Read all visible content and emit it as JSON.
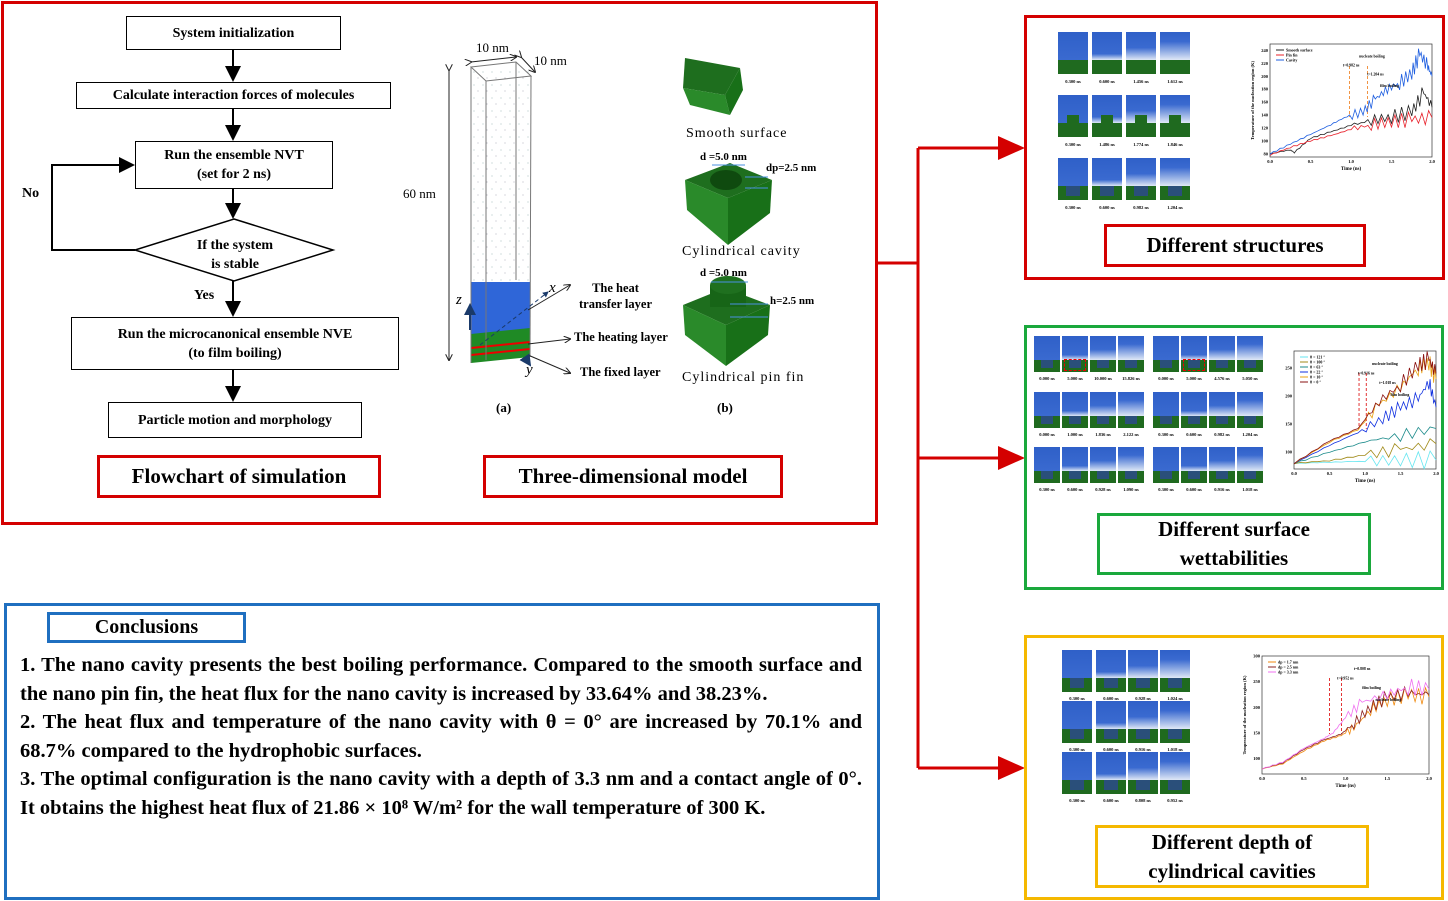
{
  "colors": {
    "red": "#d40000",
    "green": "#1aa83c",
    "yellow": "#f5b800",
    "blue": "#1f6fc0",
    "water": "#2a62d0",
    "solid": "#1d6b1d"
  },
  "flowchart": {
    "steps": [
      "System initialization",
      "Calculate interaction forces of molecules",
      "Run the ensemble NVT",
      "(set for 2 ns)",
      "If the system",
      "is stable",
      "Run the microcanonical ensemble NVE",
      "(to film boiling)",
      "Particle motion and morphology"
    ],
    "no_label": "No",
    "yes_label": "Yes",
    "caption": "Flowchart of simulation"
  },
  "model": {
    "caption": "Three-dimensional model",
    "width_label": "10 nm",
    "depth_label": "10 nm",
    "height_label": "60 nm",
    "axes": [
      "x",
      "y",
      "z"
    ],
    "layers": [
      "The heat",
      "transfer layer",
      "The heating layer",
      "The fixed layer"
    ],
    "sub_a": "(a)",
    "sub_b": "(b)",
    "surfaces": [
      "Smooth surface",
      "Cylindrical cavity",
      "Cylindrical pin fin"
    ],
    "cavity_dims": [
      "d =5.0 nm",
      "dp=2.5 nm"
    ],
    "fin_dims": [
      "d =5.0 nm",
      "h=2.5 nm"
    ]
  },
  "panels": [
    {
      "caption": "Different structures",
      "snapshot_groups": [
        [
          {
            "type": "smooth",
            "times": [
              "0.300 ns",
              "0.600 ns",
              "1.456 ns",
              "1.612 ns"
            ]
          },
          {
            "type": "pin",
            "times": [
              "0.300 ns",
              "1.486 ns",
              "1.774 ns",
              "1.846 ns"
            ]
          },
          {
            "type": "cavity",
            "times": [
              "0.300 ns",
              "0.600 ns",
              "0.982 ns",
              "1.204 ns"
            ]
          }
        ]
      ],
      "chart": {
        "type": "line",
        "xlabel": "Time (ns)",
        "ylabel": "Temperature of the nucleation region (K)",
        "xlim": [
          0,
          2
        ],
        "ylim": [
          75,
          250
        ],
        "xticks": [
          "0.0",
          "0.5",
          "1.0",
          "1.5",
          "2.0"
        ],
        "xtick_values": [
          0,
          0.5,
          1,
          1.5,
          2
        ],
        "ytick_values": [
          80,
          100,
          120,
          140,
          160,
          180,
          200,
          220,
          240
        ],
        "series": [
          {
            "name": "Smooth surface",
            "color": "#222222",
            "x": [
              0,
              0.25,
              0.3,
              0.5,
              0.75,
              1.0,
              1.25,
              1.5,
              1.75,
              1.9,
              2.0
            ],
            "y": [
              80,
              86,
              82,
              104,
              114,
              124,
              132,
              137,
              145,
              175,
              152
            ]
          },
          {
            "name": "Pin fin",
            "color": "#e8202a",
            "x": [
              0,
              0.25,
              0.5,
              0.75,
              1.0,
              1.25,
              1.5,
              1.75,
              2.0
            ],
            "y": [
              78,
              90,
              100,
              108,
              118,
              125,
              130,
              133,
              136
            ]
          },
          {
            "name": "Cavity",
            "color": "#1f5fe0",
            "x": [
              0,
              0.25,
              0.5,
              0.75,
              0.95,
              1.15,
              1.3,
              1.45,
              1.6,
              1.75,
              1.85,
              1.95,
              2.0
            ],
            "y": [
              80,
              95,
              110,
              125,
              138,
              145,
              165,
              180,
              190,
              205,
              235,
              215,
              200
            ]
          }
        ],
        "annotations": [
          "t=0.982 ns",
          "nucleate boiling",
          "t=1.204 ns",
          "film boiling"
        ],
        "vlines": [
          0.982,
          1.204
        ],
        "legend": "top-left"
      }
    },
    {
      "caption": "Different surface wettabilities",
      "snapshot_groups": [
        [
          {
            "type": "cavity",
            "times": [
              "0.000 ns",
              "5.000 ns",
              "10.000 ns",
              "15.826 ns"
            ],
            "mark": 1
          },
          {
            "type": "cavity",
            "times": [
              "0.000 ns",
              "1.000 ns",
              "1.836 ns",
              "2.122 ns"
            ]
          },
          {
            "type": "cavity",
            "times": [
              "0.300 ns",
              "0.600 ns",
              "0.928 ns",
              "1.090 ns"
            ]
          }
        ],
        [
          {
            "type": "cavity",
            "times": [
              "0.000 ns",
              "5.000 ns",
              "4.576 ns",
              "5.050 ns"
            ],
            "mark": 1
          },
          {
            "type": "cavity",
            "times": [
              "0.300 ns",
              "0.600 ns",
              "0.982 ns",
              "1.204 ns"
            ]
          },
          {
            "type": "cavity",
            "times": [
              "0.300 ns",
              "0.600 ns",
              "0.916 ns",
              "1.018 ns"
            ]
          }
        ]
      ],
      "chart": {
        "type": "line",
        "xlabel": "Time (ns)",
        "ylabel": "Temperature of the nucleation region (K)",
        "xlim": [
          0,
          2
        ],
        "ylim": [
          70,
          280
        ],
        "xticks": [
          "0.0",
          "0.5",
          "1.0",
          "1.5",
          "2.0"
        ],
        "xtick_values": [
          0,
          0.5,
          1,
          1.5,
          2
        ],
        "ytick_values": [
          100,
          150,
          200,
          250
        ],
        "series": [
          {
            "name": "θ = 121 °",
            "color": "#66e6f0",
            "x": [
              0,
              0.5,
              1,
              1.5,
              2
            ],
            "y": [
              80,
              82,
              84,
              86,
              86
            ]
          },
          {
            "name": "θ = 100 °",
            "color": "#a08a18",
            "x": [
              0,
              0.5,
              1,
              1.5,
              2
            ],
            "y": [
              80,
              85,
              95,
              105,
              115
            ]
          },
          {
            "name": "θ = 63 °",
            "color": "#1a8a8a",
            "x": [
              0,
              0.5,
              1,
              1.5,
              2
            ],
            "y": [
              80,
              100,
              118,
              130,
              142
            ]
          },
          {
            "name": "θ = 22 °",
            "color": "#1030e0",
            "x": [
              0,
              0.5,
              0.9,
              1.25,
              1.5,
              1.75,
              1.9,
              2.0
            ],
            "y": [
              80,
              112,
              135,
              160,
              180,
              195,
              225,
              180
            ]
          },
          {
            "name": "θ = 10 °",
            "color": "#e8a010",
            "x": [
              0,
              0.5,
              0.9,
              1.2,
              1.5,
              1.75,
              1.9,
              2.0
            ],
            "y": [
              80,
              118,
              140,
              185,
              215,
              250,
              260,
              230
            ]
          },
          {
            "name": "θ = 0 °",
            "color": "#8a1010",
            "x": [
              0,
              0.5,
              0.9,
              1.2,
              1.5,
              1.75,
              1.9,
              2.0
            ],
            "y": [
              80,
              120,
              142,
              190,
              220,
              255,
              265,
              240
            ]
          }
        ],
        "annotations": [
          "t=0.916 ns",
          "nucleate boiling",
          "t=1.018 ns",
          "film boiling"
        ],
        "vlines": [
          0.916,
          1.018
        ],
        "legend": "top-left"
      }
    },
    {
      "caption": "Different depth of cylindrical cavities",
      "snapshot_groups": [
        [
          {
            "type": "cavity",
            "times": [
              "0.300 ns",
              "0.600 ns",
              "0.928 ns",
              "1.024 ns"
            ]
          },
          {
            "type": "cavity",
            "times": [
              "0.300 ns",
              "0.600 ns",
              "0.916 ns",
              "1.018 ns"
            ]
          },
          {
            "type": "cavity",
            "times": [
              "0.300 ns",
              "0.600 ns",
              "0.808 ns",
              "0.952 ns"
            ]
          }
        ]
      ],
      "chart": {
        "type": "line",
        "xlabel": "Time (ns)",
        "ylabel": "Temperature of the nucleation region (K)",
        "xlim": [
          0,
          2
        ],
        "ylim": [
          70,
          300
        ],
        "xticks": [
          "0.0",
          "0.5",
          "1.0",
          "1.5",
          "2.0"
        ],
        "xtick_values": [
          0,
          0.5,
          1,
          1.5,
          2
        ],
        "ytick_values": [
          100,
          150,
          200,
          250,
          300
        ],
        "series": [
          {
            "name": "dp = 1.7 nm",
            "color": "#f08a10",
            "x": [
              0,
              0.25,
              0.5,
              0.75,
              0.95,
              1.1,
              1.3,
              1.5,
              1.75,
              2.0
            ],
            "y": [
              80,
              90,
              115,
              135,
              145,
              160,
              195,
              215,
              225,
              220
            ]
          },
          {
            "name": "dp = 2.5 nm",
            "color": "#8a2020",
            "x": [
              0,
              0.25,
              0.5,
              0.75,
              0.95,
              1.1,
              1.3,
              1.5,
              1.75,
              2.0
            ],
            "y": [
              80,
              92,
              118,
              137,
              148,
              168,
              200,
              220,
              228,
              225
            ]
          },
          {
            "name": "dp = 3.3 nm",
            "color": "#f070f0",
            "x": [
              0,
              0.25,
              0.5,
              0.75,
              0.85,
              1.0,
              1.2,
              1.5,
              1.75,
              2.0
            ],
            "y": [
              80,
              93,
              120,
              140,
              150,
              180,
              210,
              225,
              240,
              235
            ]
          }
        ],
        "annotations": [
          "t=0.952 ns",
          "t=0.808 ns",
          "film boiling",
          "nucleate boiling"
        ],
        "vlines": [
          0.808,
          0.952
        ],
        "legend": "top-left"
      }
    }
  ],
  "conclusions": {
    "title": "Conclusions",
    "items": [
      "1. The nano cavity presents the best boiling performance. Compared to the smooth surface and the nano pin  fin, the heat flux for the nano cavity is increased by 33.64% and 38.23%.",
      "2. The heat flux and temperature of the nano cavity with θ = 0° are increased by 70.1% and  68.7% compared to the hydrophobic surfaces.",
      "3. The optimal configuration is the nano cavity with a depth of 3.3 nm and a contact angle of 0°. It obtains the highest heat flux of 21.86 × 10⁸ W/m² for the wall temperature of 300 K."
    ]
  }
}
